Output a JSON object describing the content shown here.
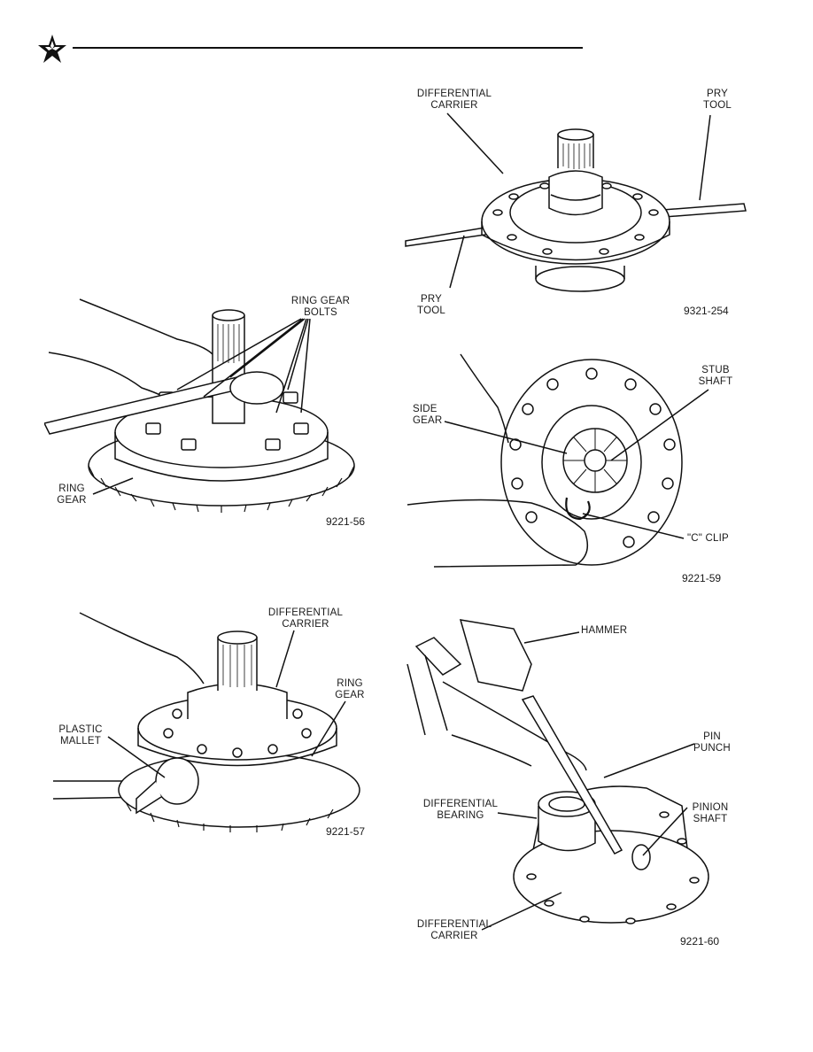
{
  "figures": [
    {
      "code": "9221-56",
      "labels": {
        "ring_gear_bolts": "RING GEAR\nBOLTS",
        "ring_gear": "RING\nGEAR"
      }
    },
    {
      "code": "9321-254",
      "labels": {
        "differential_carrier": "DIFFERENTIAL\nCARRIER",
        "pry_tool_right": "PRY\nTOOL",
        "pry_tool_left": "PRY\nTOOL"
      }
    },
    {
      "code": "9221-59",
      "labels": {
        "side_gear": "SIDE\nGEAR",
        "stub_shaft": "STUB\nSHAFT",
        "c_clip": "\"C\" CLIP"
      }
    },
    {
      "code": "9221-57",
      "labels": {
        "differential_carrier": "DIFFERENTIAL\nCARRIER",
        "ring_gear": "RING\nGEAR",
        "plastic_mallet": "PLASTIC\nMALLET"
      }
    },
    {
      "code": "9221-60",
      "labels": {
        "hammer": "HAMMER",
        "pin_punch": "PIN\nPUNCH",
        "differential_bearing": "DIFFERENTIAL\nBEARING",
        "pinion_shaft": "PINION\nSHAFT",
        "differential_carrier": "DIFFERENTIAL\nCARRIER"
      }
    }
  ]
}
